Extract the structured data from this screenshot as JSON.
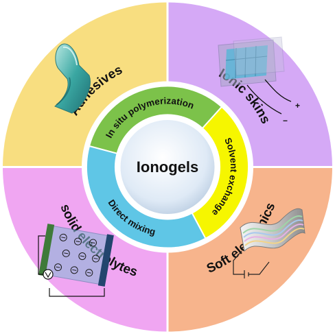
{
  "center": {
    "title": "Ionogels"
  },
  "methods": [
    {
      "label": "In situ polymerization",
      "color": "#7cc24a"
    },
    {
      "label": "Solvent exchange",
      "color": "#f6f600"
    },
    {
      "label": "Direct mixing",
      "color": "#5fc6e6"
    }
  ],
  "applications": [
    {
      "label": "Adhesives",
      "color": "#f8de80"
    },
    {
      "label": "Ionic skins",
      "color": "#d5a9f6"
    },
    {
      "label": "Soft electronics",
      "color": "#f7b48c"
    },
    {
      "label": "solid electrolytes",
      "color": "#f0a6f2"
    }
  ],
  "icons": {
    "adhesives": "adhesive-tape-icon",
    "ionic_skins": "ionic-skin-sensor-icon",
    "soft_electronics": "flexible-electronics-icon",
    "solid_electrolytes": "battery-cell-icon"
  },
  "circuit_signs": {
    "plus": "+",
    "minus": "−"
  }
}
